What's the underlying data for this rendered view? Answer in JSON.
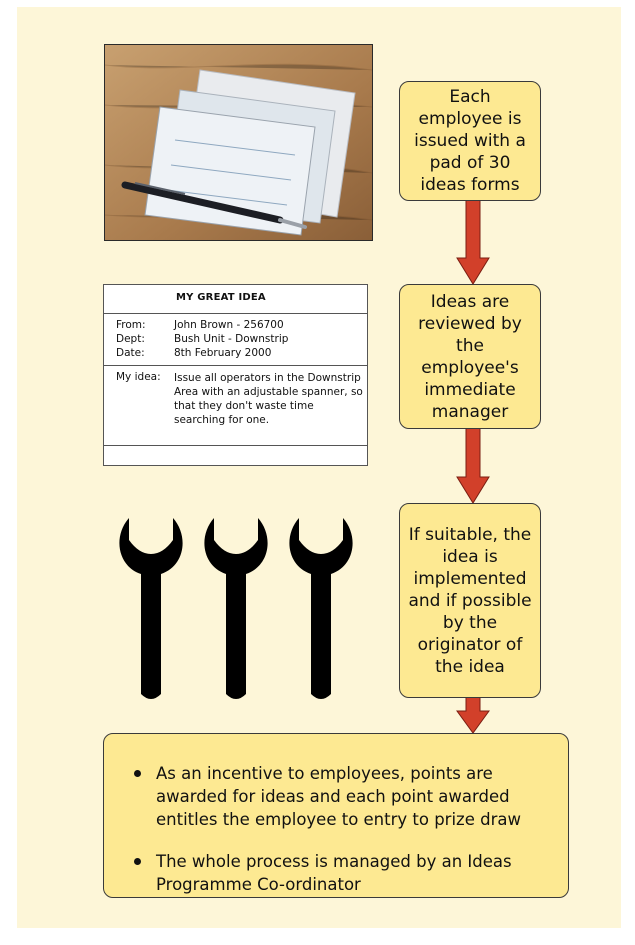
{
  "photo": {
    "icon": "cheque-and-pen-photo"
  },
  "form": {
    "title": "MY GREAT IDEA",
    "from_label": "From:",
    "from_value": "John Brown - 256700",
    "dept_label": "Dept:",
    "dept_value": "Bush Unit - Downstrip",
    "date_label": "Date:",
    "date_value": "8th February 2000",
    "idea_label": "My idea:",
    "idea_value": "Issue all operators in the Downstrip Area with an adjustable spanner, so that they don't waste time searching for one."
  },
  "wrenches": {
    "icon": "spanner-icon",
    "count": 3
  },
  "steps": [
    {
      "text": "Each employee is issued with a pad of 30 ideas forms"
    },
    {
      "text": "Ideas are reviewed by the employee's immediate manager"
    },
    {
      "text": "If suitable, the idea is implemented and if possible by the originator of the idea"
    }
  ],
  "summary": {
    "bullets": [
      "As an incentive to employees, points are awarded for ideas and each point awarded entitles the employee to entry to prize draw",
      "The whole process is managed by an Ideas Programme Co-ordinator"
    ]
  },
  "colors": {
    "background": "#fdf6d8",
    "box_fill": "#fde992",
    "arrow": "#d2402a"
  }
}
